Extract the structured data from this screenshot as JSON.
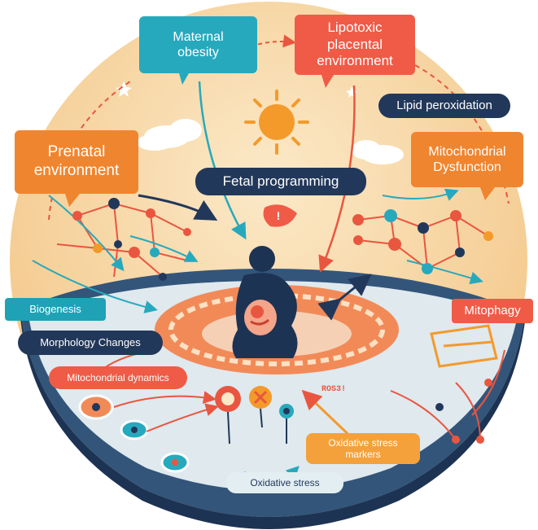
{
  "labels": {
    "maternal_obesity": "Maternal\nobesity",
    "lipotoxic": "Lipotoxic\nplacental\nenvironment",
    "lipid_peroxidation": "Lipid peroxidation",
    "prenatal_environment": "Prenatal\nenvironment",
    "mitochondrial_dysfunction": "Mitochondrial\nDysfunction",
    "fetal_programming": "Fetal programming",
    "biogenesis": "Biogenesis",
    "mitophagy": "Mitophagy",
    "morphology_changes": "Morphology Changes",
    "mitochondrial_dynamics": "Mitochondrial dynamics",
    "oxidative_stress_markers": "Oxidative stress\nmarkers",
    "oxidative_stress": "Oxidative stress",
    "ring_text": "ROS3!"
  },
  "colors": {
    "teal": "#27a9bd",
    "red": "#ef5b47",
    "orange": "#f0852f",
    "navy": "#22385a",
    "sky": "#f7e2bb",
    "sun": "#f39a2a"
  }
}
